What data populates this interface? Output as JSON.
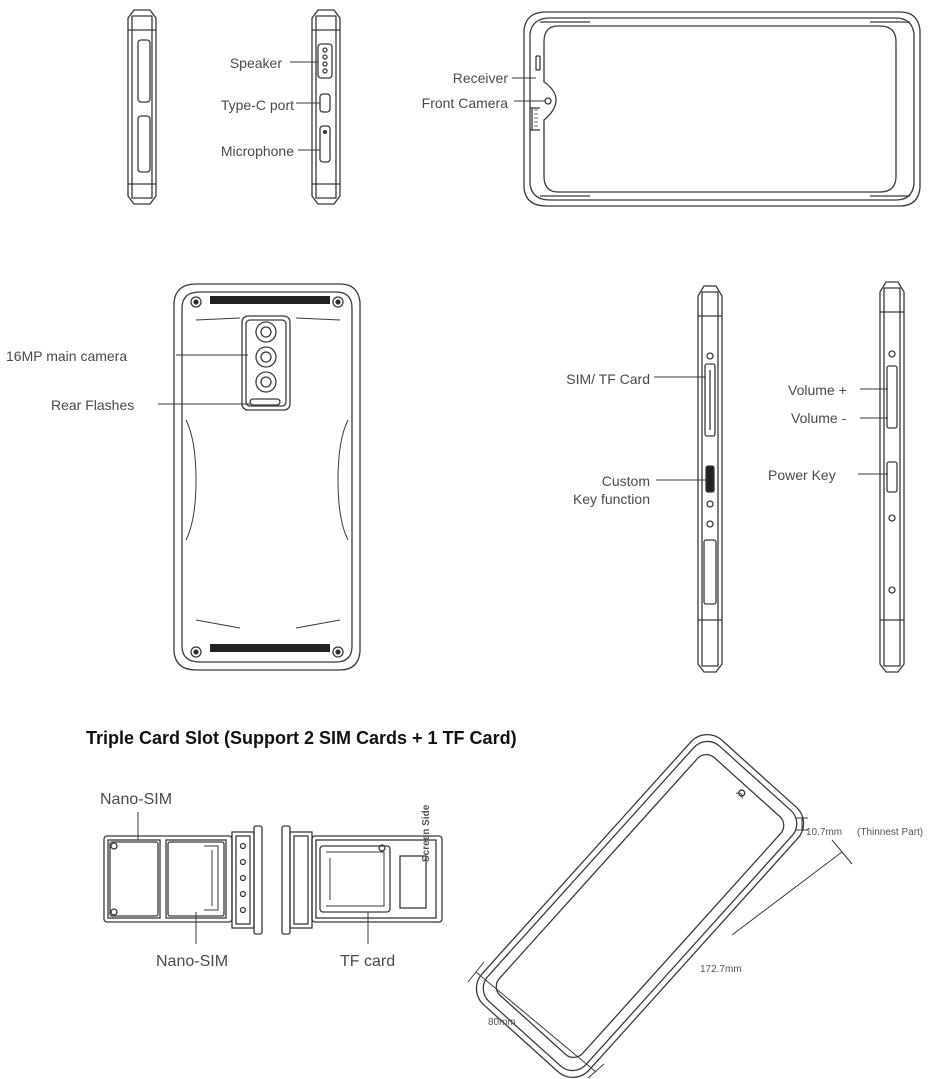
{
  "labels": {
    "speaker": "Speaker",
    "type_c_port": "Type-C port",
    "microphone": "Microphone",
    "receiver": "Receiver",
    "front_camera": "Front Camera",
    "main_camera": "16MP main camera",
    "rear_flashes": "Rear Flashes",
    "sim_tf_card": "SIM/ TF Card",
    "custom_line1": "Custom",
    "custom_line2": "Key function",
    "volume_plus": "Volume +",
    "volume_minus": "Volume -",
    "power_key": "Power Key",
    "nano_sim_top": "Nano-SIM",
    "nano_sim_bottom": "Nano-SIM",
    "tf_card": "TF card",
    "screen_side": "Screen Side"
  },
  "section_title": "Triple Card Slot (Support 2 SIM Cards + 1 TF Card)",
  "dimensions": {
    "thickness": "10.7mm",
    "thickness_note": "(Thinnest Part)",
    "length": "172.7mm",
    "width": "80mm"
  }
}
